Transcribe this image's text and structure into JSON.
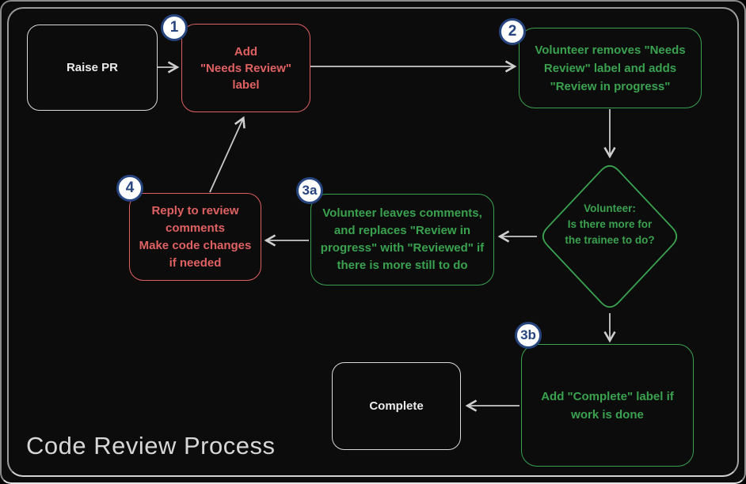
{
  "title": "Code Review Process",
  "colors": {
    "red": "#e06161",
    "green": "#3aa24f",
    "badge_blue": "#26457f",
    "arrow": "#c9c9c9",
    "bg": "#0c0c0c",
    "title": "#d6d6d6"
  },
  "nodes": {
    "raise_pr": {
      "label": "Raise PR"
    },
    "step1": {
      "badge": "1",
      "lines": [
        "Add",
        "\"Needs Review\"",
        "label"
      ]
    },
    "step2": {
      "badge": "2",
      "lines": [
        "Volunteer removes \"Needs",
        "Review\" label and adds",
        "\"Review in progress\""
      ]
    },
    "decision": {
      "lines": [
        "Volunteer:",
        "Is there more for",
        "the trainee to do?"
      ]
    },
    "step3a": {
      "badge": "3a",
      "lines": [
        "Volunteer leaves comments,",
        "and replaces \"Review in",
        "progress\" with \"Reviewed\" if",
        "there is more still to do"
      ]
    },
    "step4": {
      "badge": "4",
      "lines": [
        "Reply to review",
        "comments",
        "Make code changes",
        "if needed"
      ]
    },
    "step3b": {
      "badge": "3b",
      "lines": [
        "Add \"Complete\" label if",
        "work is done"
      ]
    },
    "complete": {
      "label": "Complete"
    }
  }
}
